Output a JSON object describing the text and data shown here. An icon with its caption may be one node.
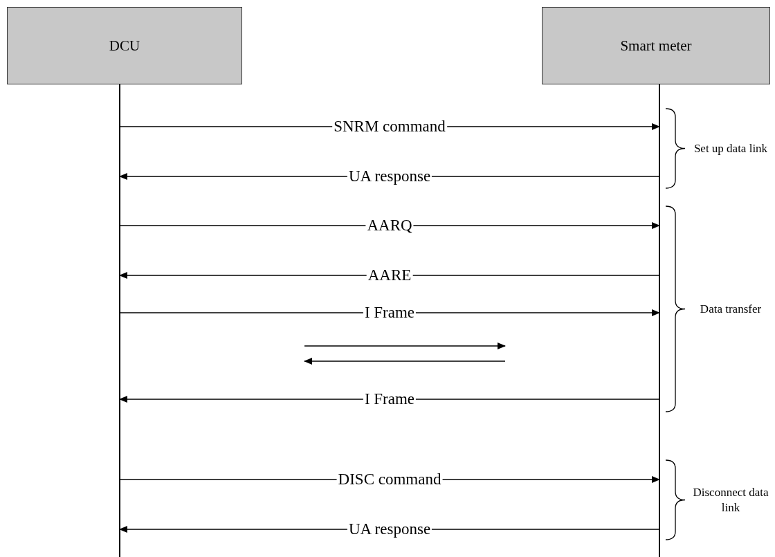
{
  "diagram": {
    "nodes": [
      {
        "text": [
          "DCU"
        ]
      },
      {
        "text": [
          "Smart meter"
        ]
      }
    ],
    "edges": [
      {
        "from": 0,
        "to": 1,
        "arrow": "to",
        "label": "SNRM command"
      },
      {
        "from": 1,
        "to": 0,
        "arrow": "to",
        "label": "UA response"
      },
      {
        "from": 0,
        "to": 1,
        "arrow": "to",
        "label": "AARQ"
      },
      {
        "from": 1,
        "to": 0,
        "arrow": "to",
        "label": "AARE"
      },
      {
        "from": 0,
        "to": 1,
        "arrow": "to",
        "label": "I Frame"
      },
      {
        "from": 1,
        "to": 0,
        "arrow": "to",
        "label": "I Frame"
      },
      {
        "from": 0,
        "to": 1,
        "arrow": "to",
        "label": "DISC command"
      },
      {
        "from": 1,
        "to": 0,
        "arrow": "to",
        "label": "UA response"
      }
    ],
    "labels": [
      "Set up data link",
      "Data transfer",
      "Disconnect data link"
    ]
  }
}
